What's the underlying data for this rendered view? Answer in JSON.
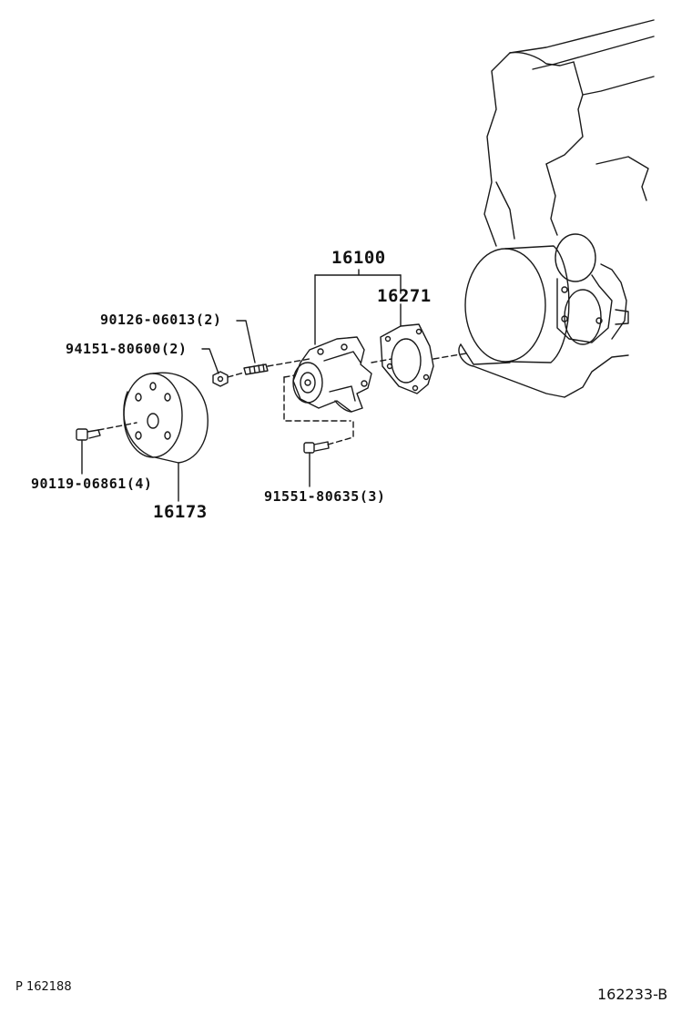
{
  "labels": {
    "pump_assembly": "16100",
    "gasket": "16271",
    "stud_bolt": "90126-06013(2)",
    "nut": "94151-80600(2)",
    "pulley_bolt": "90119-06861(4)",
    "pulley": "16173",
    "pump_bolt": "91551-80635(3)"
  },
  "footer": {
    "left_code": "P 162188",
    "right_code": "162233-B"
  }
}
